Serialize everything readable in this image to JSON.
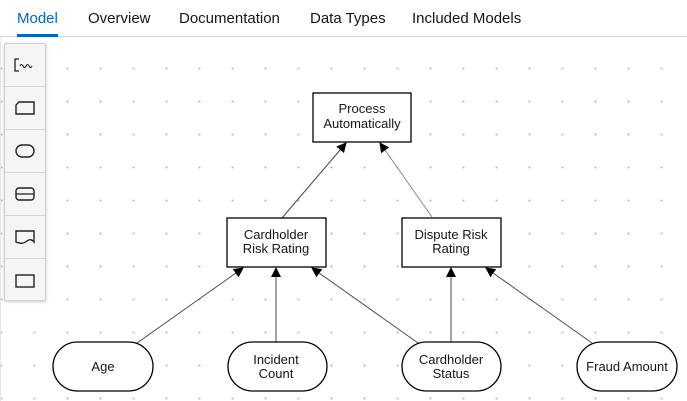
{
  "tabs": [
    {
      "label": "Model",
      "active": true
    },
    {
      "label": "Overview",
      "active": false
    },
    {
      "label": "Documentation",
      "active": false
    },
    {
      "label": "Data Types",
      "active": false
    },
    {
      "label": "Included Models",
      "active": false
    }
  ],
  "palette": [
    {
      "icon": "text-annotation-icon"
    },
    {
      "icon": "decision-icon"
    },
    {
      "icon": "input-data-icon"
    },
    {
      "icon": "business-knowledge-model-icon"
    },
    {
      "icon": "knowledge-source-icon"
    },
    {
      "icon": "decision-service-icon"
    }
  ],
  "nodes": {
    "process_automatically": {
      "line1": "Process",
      "line2": "Automatically"
    },
    "cardholder_risk_rating": {
      "line1": "Cardholder",
      "line2": "Risk Rating"
    },
    "dispute_risk_rating": {
      "line1": "Dispute Risk",
      "line2": "Rating"
    },
    "age": {
      "label": "Age"
    },
    "incident_count": {
      "line1": "Incident",
      "line2": "Count"
    },
    "cardholder_status": {
      "line1": "Cardholder",
      "line2": "Status"
    },
    "fraud_amount": {
      "label": "Fraud Amount"
    }
  },
  "colors": {
    "accent": "#0066cc",
    "node_stroke": "#000000",
    "edge": "#4a4a4a"
  }
}
